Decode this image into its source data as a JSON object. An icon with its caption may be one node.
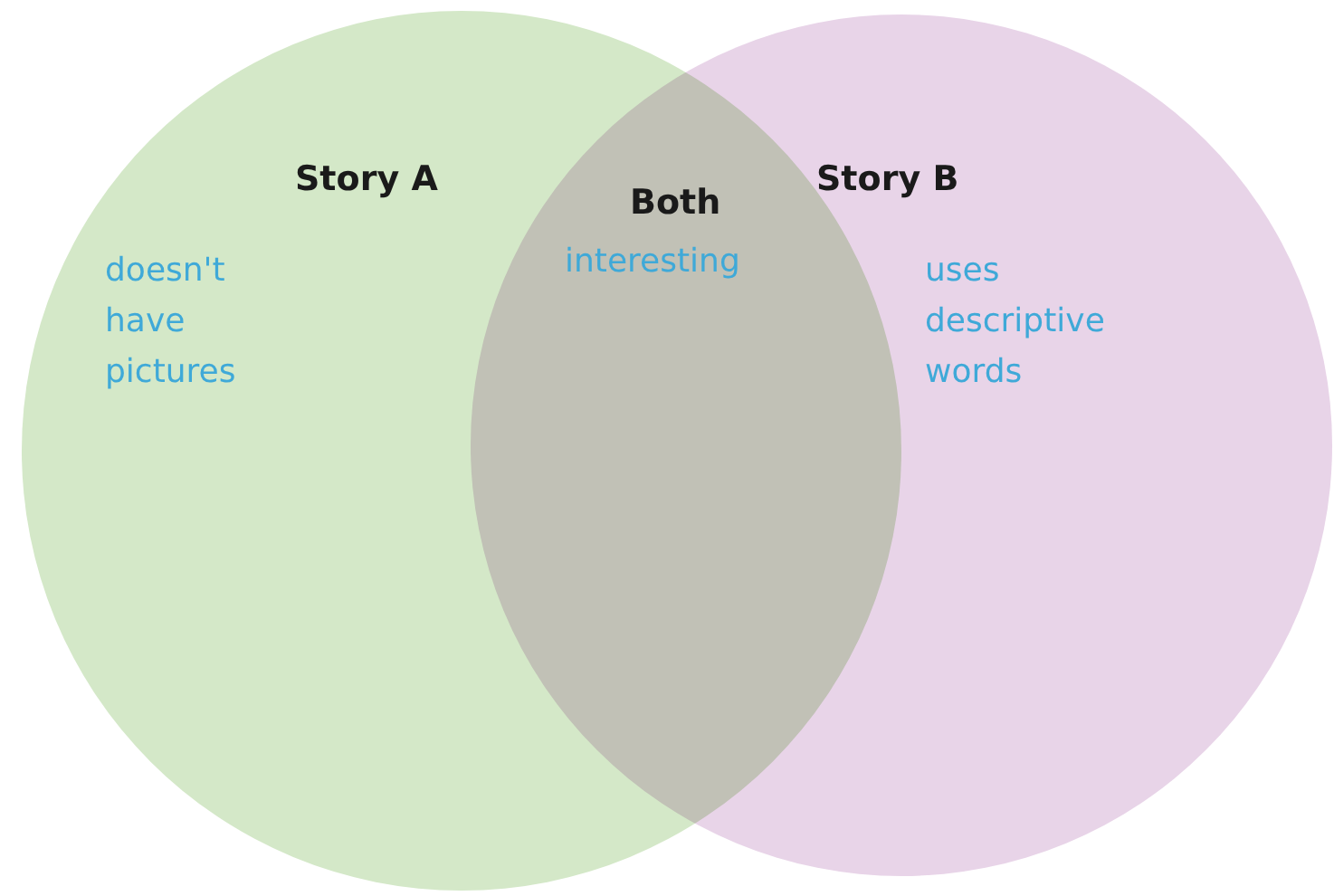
{
  "diagram": {
    "nodes": [
      {
        "text": [
          "Story A",
          "doesn't have pictures"
        ]
      },
      {
        "text": [
          "Story B",
          "uses descriptive words"
        ]
      }
    ],
    "labels": [
      "Both",
      "interesting"
    ]
  }
}
